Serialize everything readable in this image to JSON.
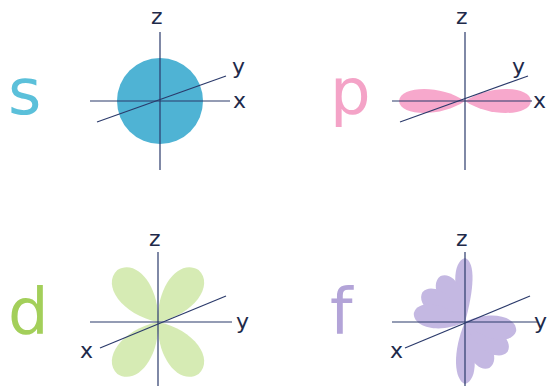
{
  "diagram": {
    "labels": [
      "s",
      "z",
      "y",
      "x",
      "p",
      "z",
      "y",
      "x",
      "d",
      "z",
      "x",
      "y",
      "f",
      "z",
      "x",
      "y"
    ]
  }
}
